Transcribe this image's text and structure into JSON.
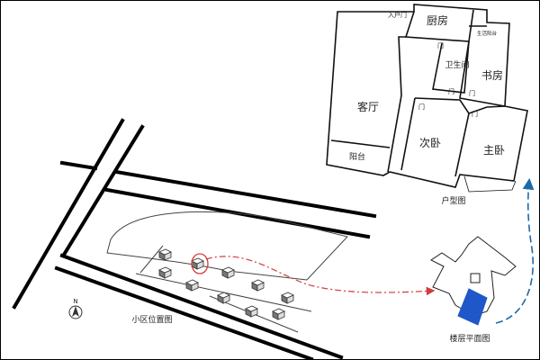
{
  "floorplan": {
    "caption": "户型图",
    "rooms": {
      "kitchen": "厨房",
      "utility_balcony": "生活阳台",
      "bathroom": "卫生间",
      "study": "书房",
      "living_room": "客厅",
      "second_bedroom": "次卧",
      "master_bedroom": "主卧",
      "balcony": "阳台",
      "entrance": "入户门"
    },
    "door_label": "门"
  },
  "building_plan": {
    "caption": "楼层平面图"
  },
  "site_plan": {
    "caption": "小区位置图",
    "north_label": "N"
  },
  "colors": {
    "highlight_unit": "#1f57c8",
    "red_arrow": "#d23b3b",
    "blue_arrow": "#1e6aa8",
    "lines": "#000000"
  }
}
